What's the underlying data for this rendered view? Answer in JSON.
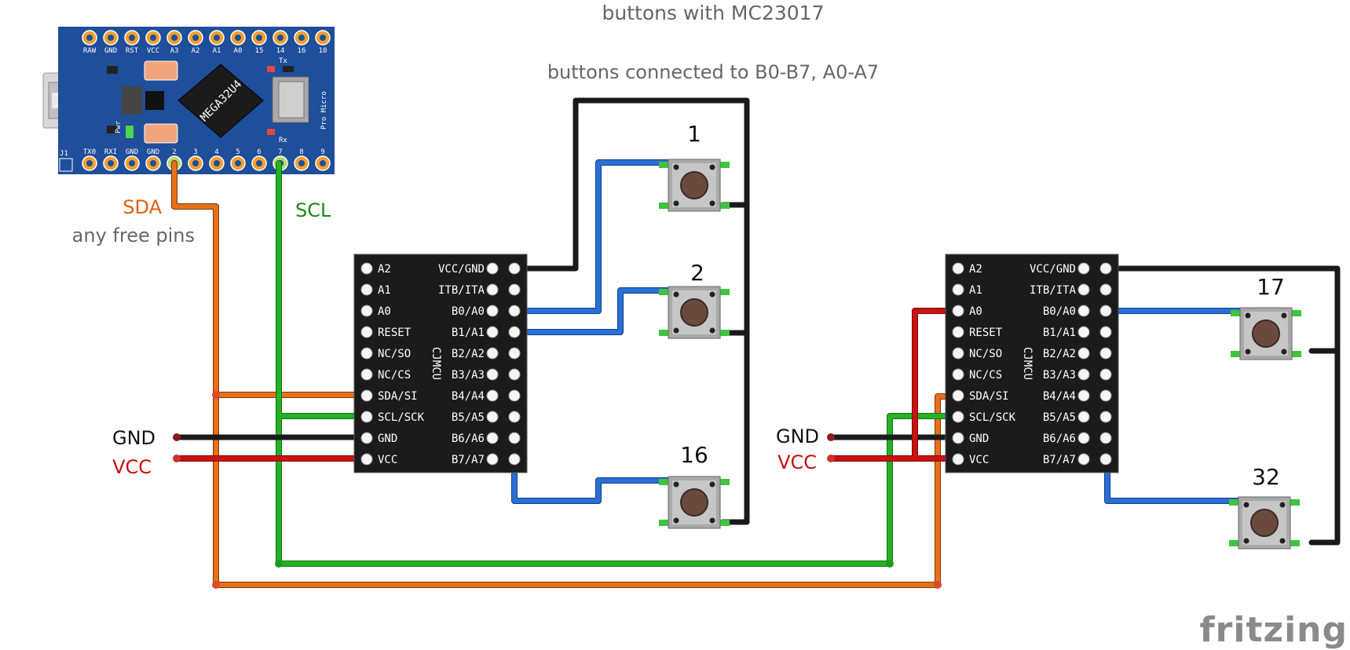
{
  "header": {
    "title": "buttons with MC23017",
    "subtitle": "buttons connected to B0-B7, A0-A7"
  },
  "labels": {
    "sda": "SDA",
    "scl": "SCL",
    "any_free_pins": "any free pins",
    "gnd_left": "GND",
    "vcc_left": "VCC",
    "gnd_right": "GND",
    "vcc_right": "VCC"
  },
  "pro_micro": {
    "top_pins": [
      "RAW",
      "GND",
      "RST",
      "VCC",
      "A3",
      "A2",
      "A1",
      "A0",
      "15",
      "14",
      "16",
      "10"
    ],
    "bottom_pins": [
      "TX0",
      "RXI",
      "GND",
      "GND",
      "2",
      "3",
      "4",
      "5",
      "6",
      "7",
      "8",
      "9"
    ],
    "chip": "MEGA32U4",
    "side": "Pro Micro",
    "tx": "Tx",
    "rx": "Rx",
    "pwr": "Pwr",
    "j1": "J1"
  },
  "expander": {
    "left_pins": [
      "A2",
      "A1",
      "A0",
      "RESET",
      "NC/SO",
      "NC/CS",
      "SDA/SI",
      "SCL/SCK",
      "GND",
      "VCC"
    ],
    "right_pins": [
      "VCC/GND",
      "ITB/ITA",
      "B0/A0",
      "B1/A1",
      "B2/A2",
      "B3/A3",
      "B4/A4",
      "B5/A5",
      "B6/A6",
      "B7/A7"
    ],
    "brand": "CJMCU"
  },
  "buttons": [
    "1",
    "2",
    "16",
    "17",
    "32"
  ],
  "logo": "fritzing",
  "colors": {
    "sda_wire": "#e8701a",
    "scl_wire": "#24b324",
    "gnd_wire": "#1a1a1a",
    "vcc_wire": "#cc1111",
    "signal_wire": "#2a6fd6",
    "board_blue": "#1f4e9b",
    "breakout_black": "#1a1a1a",
    "sda_text": "#e06010",
    "scl_text": "#1a8a1a",
    "vcc_text": "#c81010",
    "title_text": "#666666"
  }
}
